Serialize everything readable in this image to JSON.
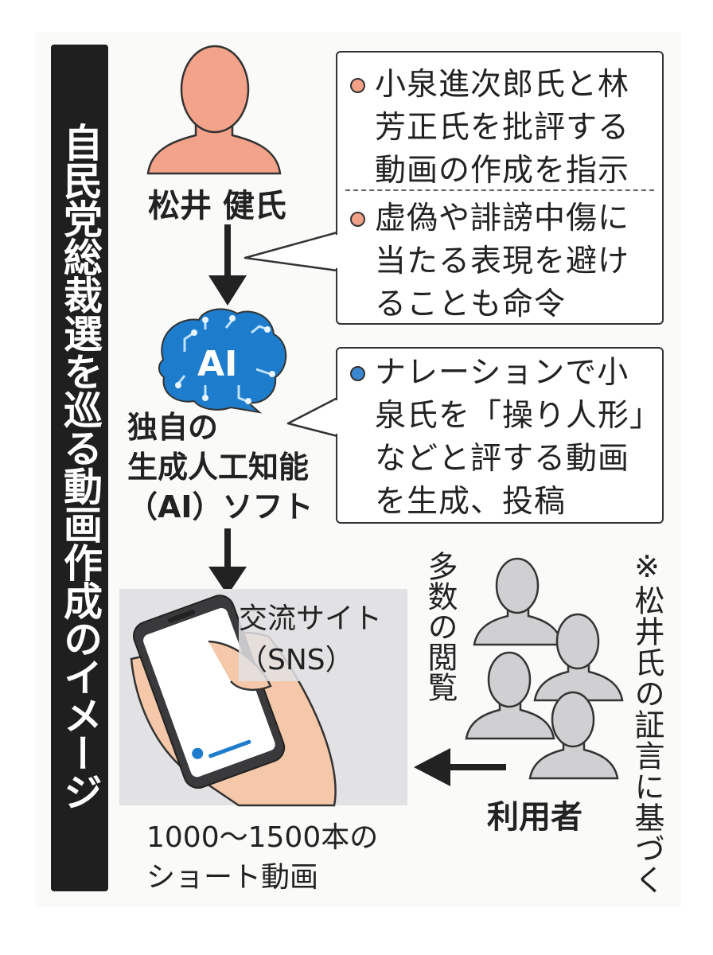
{
  "title": "自民党総裁選を巡る動画作成のイメージ",
  "person_name": "松井 健氏",
  "box1": {
    "item1": "小泉進次郎氏と林\n芳正氏を批評する\n動画の作成を指示",
    "item2": "虚偽や誹謗中傷に\n当たる表現を避け\nることも命令",
    "bullet_color": "#f0a187"
  },
  "ai_badge": "AI",
  "ai_software": "独自の\n生成人工知能\n（AI）ソフト",
  "box2": {
    "item1": "ナレーションで小\n泉氏を「操り人形」\nなどと評する動画\nを生成、投稿",
    "bullet_color": "#3a86d0"
  },
  "sns_label": "交流サイト\n（SNS）",
  "videos_label": "1000～1500本の\nショート動画",
  "many_views": "多数の閲覧",
  "users_label": "利用者",
  "note": "※松井氏の証言に基づく",
  "colors": {
    "person": "#f3a389",
    "ai_brain": "#1d7ccc",
    "users": "#d0d0d2",
    "title_bg": "#1f1f1f"
  }
}
